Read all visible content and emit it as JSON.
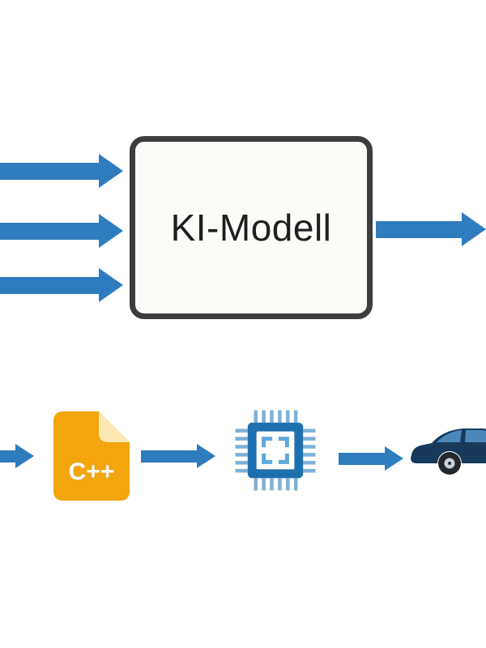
{
  "diagram": {
    "model_box": {
      "label": "KI-Modell"
    },
    "top_flow": {
      "input_arrow_count": 3,
      "output_arrow_count": 1
    },
    "bottom_flow": {
      "cpp_icon_label": "C++",
      "steps": [
        "arrow",
        "cpp-file-icon",
        "arrow",
        "chip-icon",
        "arrow",
        "car-icon"
      ]
    }
  },
  "colors": {
    "arrow_blue": "#2e7cbe",
    "box_border": "#3d3d3d",
    "box_fill": "#fbfbf8",
    "cpp_gold": "#f2a50c",
    "cpp_fold": "#fbe7b1",
    "chip_blue": "#1e6fae",
    "chip_pin": "#7fb0d6",
    "chip_bracket": "#5fa8dc",
    "car_navy": "#17395c",
    "car_window": "#4b87ba"
  }
}
